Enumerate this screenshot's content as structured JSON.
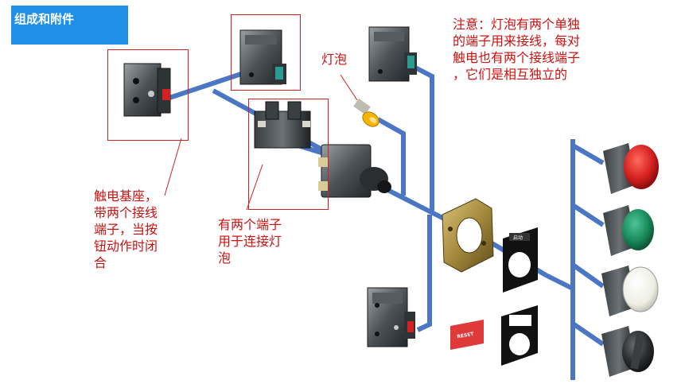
{
  "title": "组成和附件",
  "labels": {
    "bulb": "灯泡",
    "note": [
      "注意：灯泡有两个单独",
      "的端子用来接线，每对",
      "触电也有两个接线端子",
      "，它们是相互独立的"
    ],
    "contact_base": [
      "触电基座，",
      "带两个接线",
      "端子，当按",
      "钮动作时闭",
      "合"
    ],
    "lamp_terminals": [
      "有两个端子",
      "用于连接灯",
      "泡"
    ]
  },
  "legend_plates": {
    "start": "启动",
    "reset": "RESET"
  },
  "colors": {
    "wire": "#4a76c4",
    "note_text": "#cc1111",
    "title_bg": "#1e90e8",
    "button_red": "#d42020",
    "button_green": "#1a8a5a",
    "button_white": "#f2f2ea",
    "button_black": "#222222",
    "adapter_gold": "#b49a4a"
  }
}
